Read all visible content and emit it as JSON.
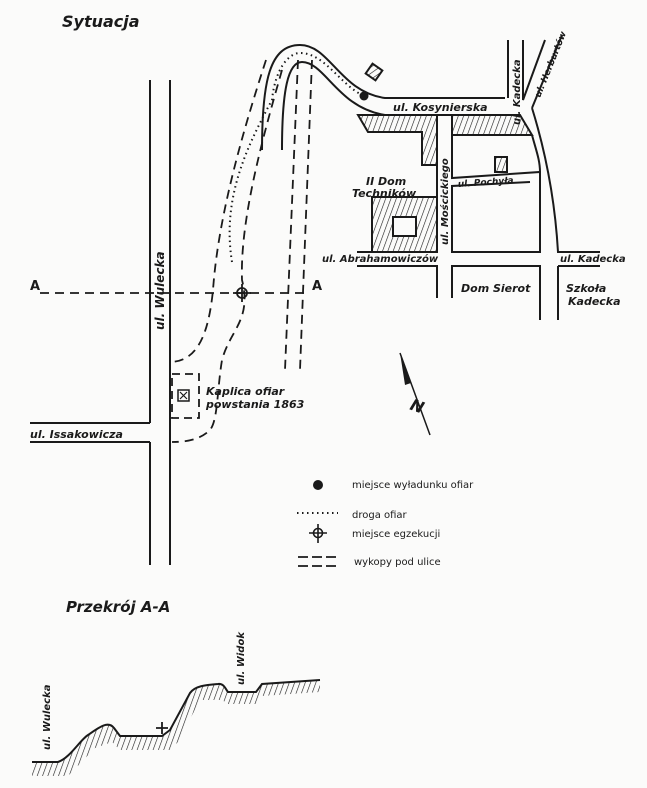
{
  "situation": {
    "title": "Sytuacja",
    "streets": {
      "wolecka": "ul. Wulecka",
      "issakowicza": "ul. Issakowicza",
      "kosynierska": "ul. Kosynierska",
      "kadecka_north": "ul. Kadecka",
      "herburtow": "ul. Herburtów",
      "moscickiego": "ul. Mościckiego",
      "pochyla": "ul. Pochyła",
      "abrahamowiczow": "ul. Abrahamowiczów",
      "kadecka_east": "ul. Kadecka"
    },
    "places": {
      "dom_technikow_1": "II Dom",
      "dom_technikow_2": "Techników",
      "dom_sierot": "Dom Sierot",
      "szkola_1": "Szkoła",
      "szkola_2": "Kadecka",
      "kaplica_1": "Kaplica ofiar",
      "kaplica_2": "powstania 1863"
    },
    "section_marker_left": "A",
    "section_marker_right": "A",
    "north": "N"
  },
  "legend": [
    {
      "icon": "filled-circle-icon",
      "label": "miejsce wyładunku ofiar"
    },
    {
      "icon": "dotted-line-icon",
      "label": "droga ofiar"
    },
    {
      "icon": "crosshair-icon",
      "label": "miejsce egzekucji"
    },
    {
      "icon": "double-dashed-line-icon",
      "label": "wykopy pod ulice"
    }
  ],
  "cross_section": {
    "title": "Przekrój A-A",
    "left_label": "ul. Wulecka",
    "right_label": "ul. Widok"
  }
}
